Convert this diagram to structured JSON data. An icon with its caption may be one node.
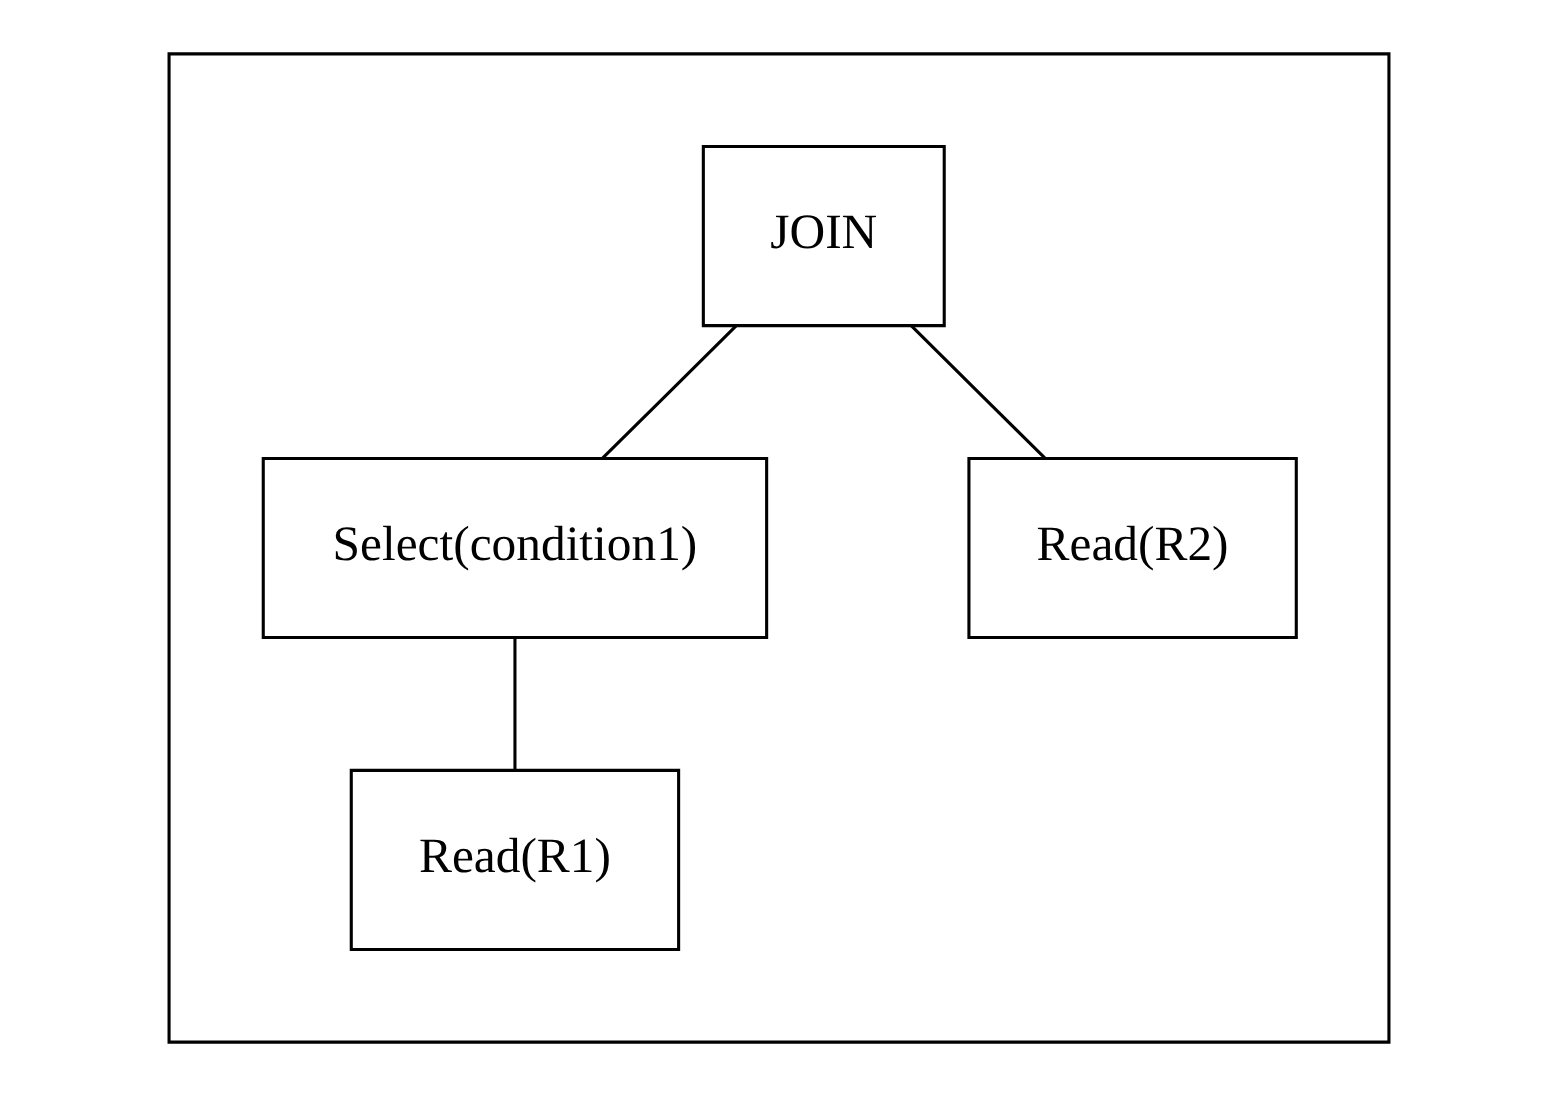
{
  "diagram": {
    "nodes": [
      {
        "text": [],
        "shape": "box"
      },
      {
        "text": [
          "JOIN"
        ],
        "in": 0
      },
      {
        "text": [
          "Select(condition1)"
        ],
        "in": 0
      },
      {
        "text": [
          "Read(R2)"
        ],
        "in": 0
      },
      {
        "text": [
          "Read(R1)"
        ],
        "in": 0
      }
    ],
    "edges": [
      {
        "from": 1,
        "to": 2,
        "arrow": "none"
      },
      {
        "from": 1,
        "to": 3,
        "arrow": "none"
      },
      {
        "from": 2,
        "to": 4,
        "arrow": "none"
      }
    ]
  }
}
